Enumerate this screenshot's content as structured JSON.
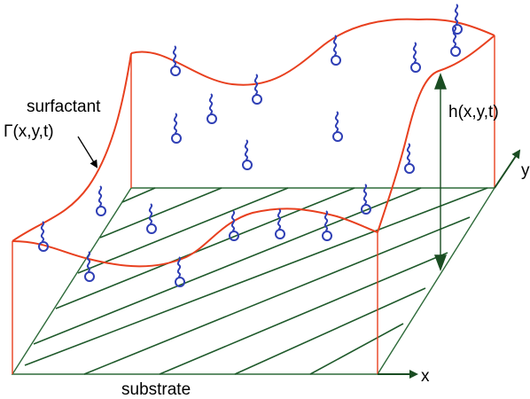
{
  "labels": {
    "surfactant": "surfactant",
    "gamma": "Γ(x,y,t)",
    "height": "h(x,y,t)",
    "substrate": "substrate",
    "x_axis": "x",
    "y_axis": "y"
  },
  "colors": {
    "film": "#e8401f",
    "substrate": "#2e6b3a",
    "surfactant": "#2f3fb5",
    "ink": "#000000"
  },
  "surfactant_count": 22,
  "substrate_hatch_lines": 10
}
